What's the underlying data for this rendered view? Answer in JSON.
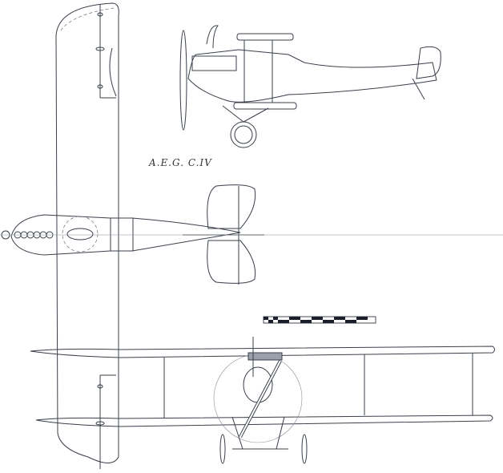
{
  "drawing": {
    "title": "A.E.G. C.IV",
    "type": "three-view aircraft drawing",
    "views": [
      "side-view",
      "top-view",
      "front-view"
    ],
    "scale_bar": {
      "segments": 12,
      "colors": [
        "#1a1f2b",
        "#ffffff"
      ]
    },
    "line_color": "#3a3f4a",
    "background": "#ffffff"
  }
}
